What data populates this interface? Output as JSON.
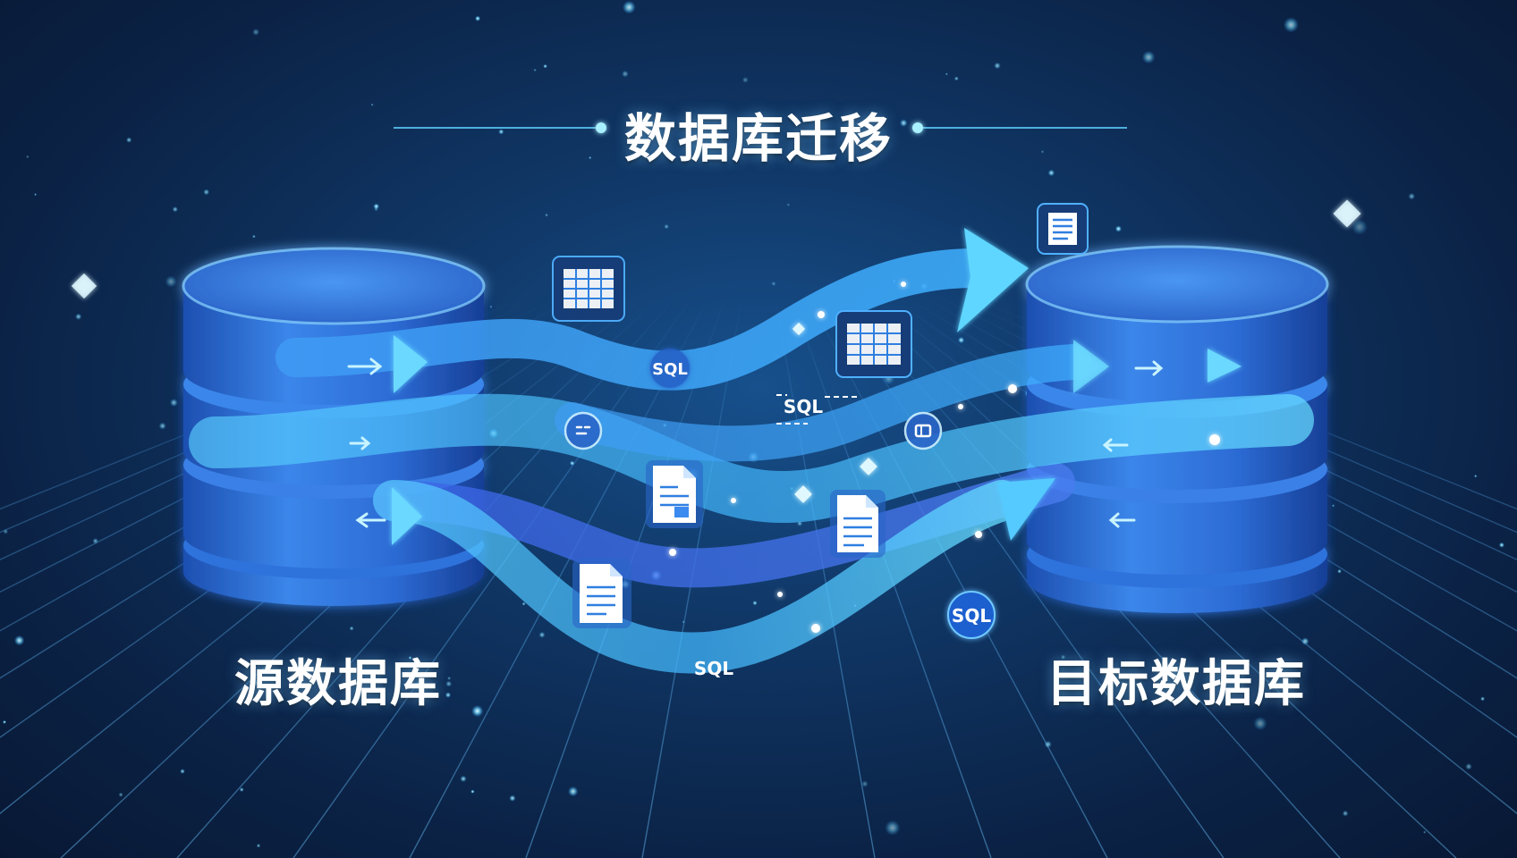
{
  "title": "数据库迁移",
  "source": {
    "label": "源数据库"
  },
  "target": {
    "label": "目标数据库"
  },
  "badges": {
    "sql": "SQL"
  },
  "icons": {
    "tables": [
      "table-icon",
      "table-icon"
    ],
    "documents": [
      "document-icon",
      "document-icon",
      "document-icon",
      "document-icon"
    ],
    "circles": [
      "code-circle-icon",
      "database-circle-icon"
    ]
  },
  "colors": {
    "background": "#0b2347",
    "flow_light": "#4fc3ff",
    "flow_mid": "#2f8ef0",
    "flow_deep": "#3158e0",
    "cylinder": "#2a6fd6",
    "glow": "#8fe3ff"
  }
}
